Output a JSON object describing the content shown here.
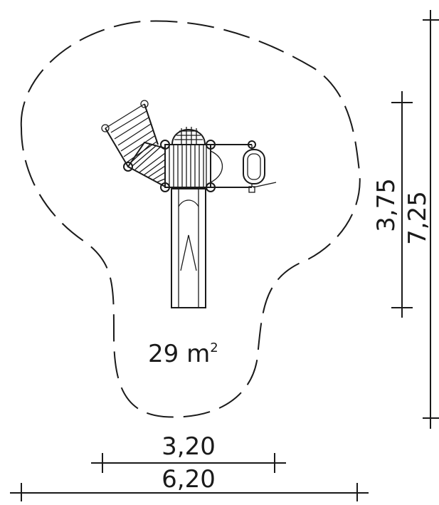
{
  "area": {
    "value": "29 m",
    "unit_sup": "2"
  },
  "dimensions": {
    "equipment_width": "3,20",
    "safety_width": "6,20",
    "equipment_depth": "3,75",
    "safety_depth": "7,25"
  },
  "colors": {
    "line": "#1a1a1a",
    "background": "#ffffff"
  }
}
